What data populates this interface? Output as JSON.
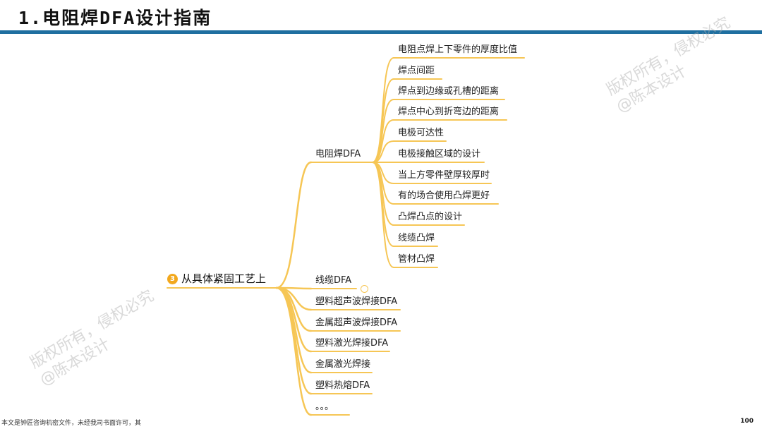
{
  "header": {
    "title": "1.电阻焊DFA设计指南"
  },
  "mindmap": {
    "root": {
      "badge": "3",
      "label": "从具体紧固工艺上"
    },
    "branches": [
      {
        "label": "电阻焊DFA"
      },
      {
        "label": "线缆DFA"
      },
      {
        "label": "塑料超声波焊接DFA"
      },
      {
        "label": "金属超声波焊接DFA"
      },
      {
        "label": "塑料激光焊接DFA"
      },
      {
        "label": "金属激光焊接"
      },
      {
        "label": "塑料热熔DFA"
      },
      {
        "label": "。。。"
      }
    ],
    "leaves": [
      {
        "label": "电阻点焊上下零件的厚度比值"
      },
      {
        "label": "焊点间距"
      },
      {
        "label": "焊点到边缘或孔槽的距离"
      },
      {
        "label": "焊点中心到折弯边的距离"
      },
      {
        "label": "电极可达性"
      },
      {
        "label": "电极接触区域的设计"
      },
      {
        "label": "当上方零件壁厚较厚时"
      },
      {
        "label": "有的场合使用凸焊更好"
      },
      {
        "label": "凸焊凸点的设计"
      },
      {
        "label": "线缆凸焊"
      },
      {
        "label": "管材凸焊"
      }
    ],
    "line_color": "#f6c655"
  },
  "watermarks": [
    {
      "line1": "版权所有，侵权必究",
      "line2": "@陈本设计"
    },
    {
      "line1": "版权所有，侵权必究",
      "line2": "@陈本设计"
    }
  ],
  "footer": {
    "text": "本文是钟匠咨询机密文件，未经我司书面许可，其",
    "page": "100"
  }
}
